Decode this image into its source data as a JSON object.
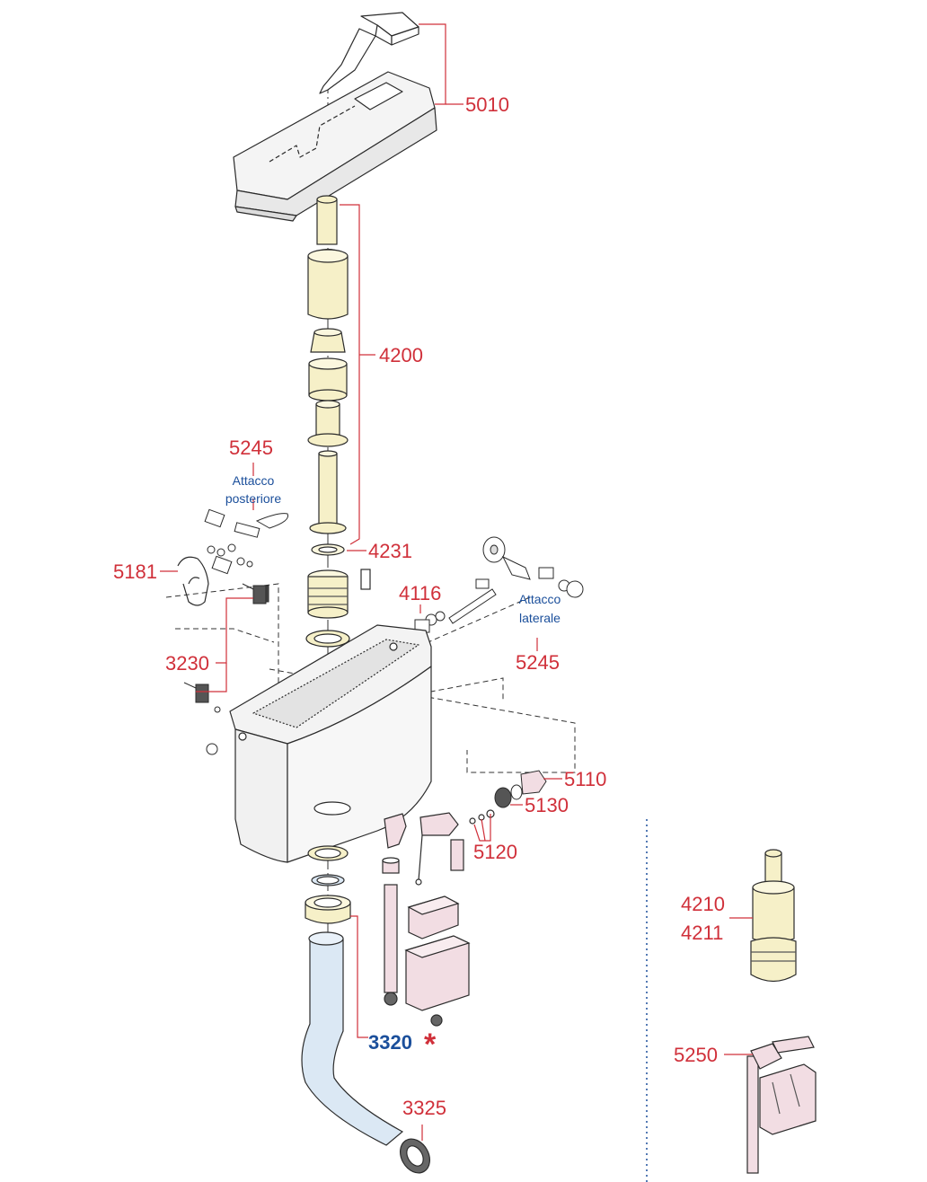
{
  "labels": {
    "c5010": "5010",
    "c4200": "4200",
    "c5245_top": "5245",
    "note_rear_1": "Attacco",
    "note_rear_2": "posteriore",
    "c4231": "4231",
    "c5181": "5181",
    "c4116": "4116",
    "note_side_1": "Attacco",
    "note_side_2": "laterale",
    "c5245_side": "5245",
    "c3230": "3230",
    "c5110": "5110",
    "c5130": "5130",
    "c5120": "5120",
    "c4210": "4210",
    "c4211": "4211",
    "c3320": "3320",
    "c3320_mark": "*",
    "c3325": "3325",
    "c5250": "5250"
  },
  "colors": {
    "callout_red": "#d0303a",
    "note_blue": "#1b4f9b",
    "part_yellow": "#f6f0c8",
    "part_pink": "#f2dde3",
    "part_blue": "#dbe8f4",
    "line_dark": "#2b2b2b"
  }
}
